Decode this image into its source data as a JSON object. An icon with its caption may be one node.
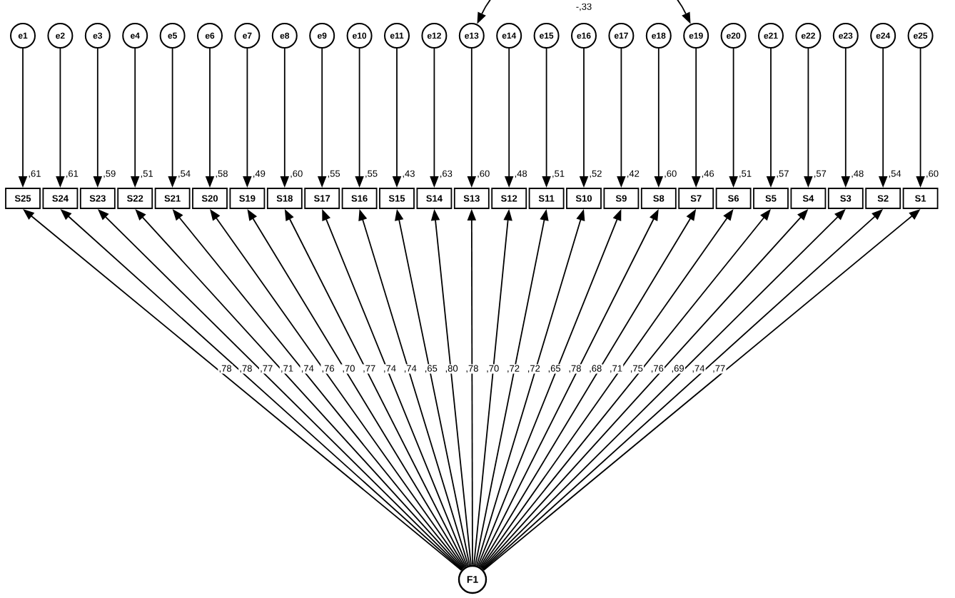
{
  "diagram": {
    "nodes": [
      {
        "text": [
          "e1"
        ]
      },
      {
        "text": [
          "e2"
        ]
      },
      {
        "text": [
          "e3"
        ]
      },
      {
        "text": [
          "e4"
        ]
      },
      {
        "text": [
          "e5"
        ]
      },
      {
        "text": [
          "e6"
        ]
      },
      {
        "text": [
          "e7"
        ]
      },
      {
        "text": [
          "e8"
        ]
      },
      {
        "text": [
          "e9"
        ]
      },
      {
        "text": [
          "e10"
        ]
      },
      {
        "text": [
          "e11"
        ]
      },
      {
        "text": [
          "e12"
        ]
      },
      {
        "text": [
          "e13"
        ]
      },
      {
        "text": [
          "e14"
        ]
      },
      {
        "text": [
          "e15"
        ]
      },
      {
        "text": [
          "e16"
        ]
      },
      {
        "text": [
          "e17"
        ]
      },
      {
        "text": [
          "e18"
        ]
      },
      {
        "text": [
          "e19"
        ]
      },
      {
        "text": [
          "e20"
        ]
      },
      {
        "text": [
          "e21"
        ]
      },
      {
        "text": [
          "e22"
        ]
      },
      {
        "text": [
          "e23"
        ]
      },
      {
        "text": [
          "e24"
        ]
      },
      {
        "text": [
          "e25"
        ]
      },
      {
        "text": [
          "S25"
        ],
        "beside": [
          ",61"
        ]
      },
      {
        "text": [
          "S24"
        ],
        "beside": [
          ",61"
        ]
      },
      {
        "text": [
          "S23"
        ],
        "beside": [
          ",59"
        ]
      },
      {
        "text": [
          "S22"
        ],
        "beside": [
          ",51"
        ]
      },
      {
        "text": [
          "S21"
        ],
        "beside": [
          ",54"
        ]
      },
      {
        "text": [
          "S20"
        ],
        "beside": [
          ",58"
        ]
      },
      {
        "text": [
          "S19"
        ],
        "beside": [
          ",49"
        ]
      },
      {
        "text": [
          "S18"
        ],
        "beside": [
          ",60"
        ]
      },
      {
        "text": [
          "S17"
        ],
        "beside": [
          ",55"
        ]
      },
      {
        "text": [
          "S16"
        ],
        "beside": [
          ",55"
        ]
      },
      {
        "text": [
          "S15"
        ],
        "beside": [
          ",43"
        ]
      },
      {
        "text": [
          "S14"
        ],
        "beside": [
          ",63"
        ]
      },
      {
        "text": [
          "S13"
        ],
        "beside": [
          ",60"
        ]
      },
      {
        "text": [
          "S12"
        ],
        "beside": [
          ",48"
        ]
      },
      {
        "text": [
          "S11"
        ],
        "beside": [
          ",51"
        ]
      },
      {
        "text": [
          "S10"
        ],
        "beside": [
          ",52"
        ]
      },
      {
        "text": [
          "S9"
        ],
        "beside": [
          ",42"
        ]
      },
      {
        "text": [
          "S8"
        ],
        "beside": [
          ",60"
        ]
      },
      {
        "text": [
          "S7"
        ],
        "beside": [
          ",46"
        ]
      },
      {
        "text": [
          "S6"
        ],
        "beside": [
          ",51"
        ]
      },
      {
        "text": [
          "S5"
        ],
        "beside": [
          ",57"
        ]
      },
      {
        "text": [
          "S4"
        ],
        "beside": [
          ",57"
        ]
      },
      {
        "text": [
          "S3"
        ],
        "beside": [
          ",48"
        ]
      },
      {
        "text": [
          "S2"
        ],
        "beside": [
          ",54"
        ]
      },
      {
        "text": [
          "S1"
        ],
        "beside": [
          ",60"
        ]
      },
      {
        "text": [
          "F1"
        ]
      }
    ],
    "edges": [
      {
        "from": 0,
        "to": 25,
        "arrow": "to"
      },
      {
        "from": 1,
        "to": 26,
        "arrow": "to"
      },
      {
        "from": 2,
        "to": 27,
        "arrow": "to"
      },
      {
        "from": 3,
        "to": 28,
        "arrow": "to"
      },
      {
        "from": 4,
        "to": 29,
        "arrow": "to"
      },
      {
        "from": 5,
        "to": 30,
        "arrow": "to"
      },
      {
        "from": 6,
        "to": 31,
        "arrow": "to"
      },
      {
        "from": 7,
        "to": 32,
        "arrow": "to"
      },
      {
        "from": 8,
        "to": 33,
        "arrow": "to"
      },
      {
        "from": 9,
        "to": 34,
        "arrow": "to"
      },
      {
        "from": 10,
        "to": 35,
        "arrow": "to"
      },
      {
        "from": 11,
        "to": 36,
        "arrow": "to"
      },
      {
        "from": 12,
        "to": 37,
        "arrow": "to"
      },
      {
        "from": 13,
        "to": 38,
        "arrow": "to"
      },
      {
        "from": 14,
        "to": 39,
        "arrow": "to"
      },
      {
        "from": 15,
        "to": 40,
        "arrow": "to"
      },
      {
        "from": 16,
        "to": 41,
        "arrow": "to"
      },
      {
        "from": 17,
        "to": 42,
        "arrow": "to"
      },
      {
        "from": 18,
        "to": 43,
        "arrow": "to"
      },
      {
        "from": 19,
        "to": 44,
        "arrow": "to"
      },
      {
        "from": 20,
        "to": 45,
        "arrow": "to"
      },
      {
        "from": 21,
        "to": 46,
        "arrow": "to"
      },
      {
        "from": 22,
        "to": 47,
        "arrow": "to"
      },
      {
        "from": 23,
        "to": 48,
        "arrow": "to"
      },
      {
        "from": 24,
        "to": 49,
        "arrow": "to"
      },
      {
        "from": 50,
        "to": 25,
        "arrow": "to",
        "label": ",78"
      },
      {
        "from": 50,
        "to": 26,
        "arrow": "to",
        "label": ",78"
      },
      {
        "from": 50,
        "to": 27,
        "arrow": "to",
        "label": ",77"
      },
      {
        "from": 50,
        "to": 28,
        "arrow": "to",
        "label": ",71"
      },
      {
        "from": 50,
        "to": 29,
        "arrow": "to",
        "label": ",74"
      },
      {
        "from": 50,
        "to": 30,
        "arrow": "to",
        "label": ",76"
      },
      {
        "from": 50,
        "to": 31,
        "arrow": "to",
        "label": ",70"
      },
      {
        "from": 50,
        "to": 32,
        "arrow": "to",
        "label": ",77"
      },
      {
        "from": 50,
        "to": 33,
        "arrow": "to",
        "label": ",74"
      },
      {
        "from": 50,
        "to": 34,
        "arrow": "to",
        "label": ",74"
      },
      {
        "from": 50,
        "to": 35,
        "arrow": "to",
        "label": ",65"
      },
      {
        "from": 50,
        "to": 36,
        "arrow": "to",
        "label": ",80"
      },
      {
        "from": 50,
        "to": 37,
        "arrow": "to",
        "label": ",78"
      },
      {
        "from": 50,
        "to": 38,
        "arrow": "to",
        "label": ",70"
      },
      {
        "from": 50,
        "to": 39,
        "arrow": "to",
        "label": ",72"
      },
      {
        "from": 50,
        "to": 40,
        "arrow": "to",
        "label": ",72"
      },
      {
        "from": 50,
        "to": 41,
        "arrow": "to",
        "label": ",65"
      },
      {
        "from": 50,
        "to": 42,
        "arrow": "to",
        "label": ",78"
      },
      {
        "from": 50,
        "to": 43,
        "arrow": "to",
        "label": ",68"
      },
      {
        "from": 50,
        "to": 44,
        "arrow": "to",
        "label": ",71"
      },
      {
        "from": 50,
        "to": 45,
        "arrow": "to",
        "label": ",75"
      },
      {
        "from": 50,
        "to": 46,
        "arrow": "to",
        "label": ",76"
      },
      {
        "from": 50,
        "to": 47,
        "arrow": "to",
        "label": ",69"
      },
      {
        "from": 50,
        "to": 48,
        "arrow": "to",
        "label": ",74"
      },
      {
        "from": 50,
        "to": 49,
        "arrow": "to",
        "label": ",77"
      },
      {
        "from": 12,
        "to": 18,
        "arrow": "both",
        "label": "-,33"
      }
    ]
  }
}
